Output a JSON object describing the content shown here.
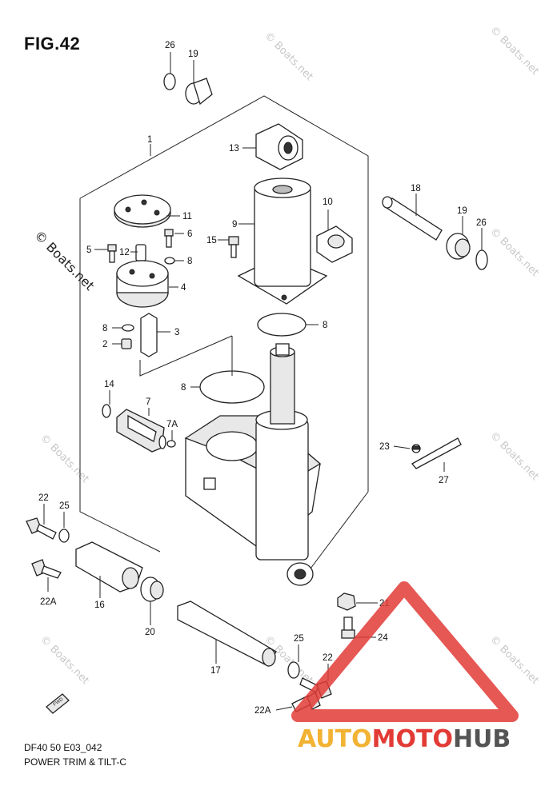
{
  "figure": {
    "title": "FIG.42",
    "model_code": "DF40 50 E03_042",
    "caption": "POWER TRIM & TILT-C",
    "fwd_label": "FWD"
  },
  "watermark": {
    "text": "© Boats.net"
  },
  "brand": {
    "part1": "AUTO",
    "part2": "MOTO",
    "part3": "HUB",
    "colors": {
      "auto": "#f2b233",
      "moto": "#e23b36",
      "hub": "#545454",
      "triangle": "#e23b36"
    }
  },
  "callouts": [
    {
      "id": "c26a",
      "label": "26"
    },
    {
      "id": "c19a",
      "label": "19"
    },
    {
      "id": "c1",
      "label": "1"
    },
    {
      "id": "c13",
      "label": "13"
    },
    {
      "id": "c18",
      "label": "18"
    },
    {
      "id": "c19b",
      "label": "19"
    },
    {
      "id": "c26b",
      "label": "26"
    },
    {
      "id": "c10",
      "label": "10"
    },
    {
      "id": "c9",
      "label": "9"
    },
    {
      "id": "c15",
      "label": "15"
    },
    {
      "id": "c11",
      "label": "11"
    },
    {
      "id": "c6",
      "label": "6"
    },
    {
      "id": "c5",
      "label": "5"
    },
    {
      "id": "c12",
      "label": "12"
    },
    {
      "id": "c8a",
      "label": "8"
    },
    {
      "id": "c4",
      "label": "4"
    },
    {
      "id": "c8b",
      "label": "8"
    },
    {
      "id": "c3",
      "label": "3"
    },
    {
      "id": "c2",
      "label": "2"
    },
    {
      "id": "c8c",
      "label": "8"
    },
    {
      "id": "c8d",
      "label": "8"
    },
    {
      "id": "c14",
      "label": "14"
    },
    {
      "id": "c7",
      "label": "7"
    },
    {
      "id": "c7a",
      "label": "7A"
    },
    {
      "id": "c23",
      "label": "23"
    },
    {
      "id": "c27",
      "label": "27"
    },
    {
      "id": "c22a",
      "label": "22"
    },
    {
      "id": "c25a",
      "label": "25"
    },
    {
      "id": "c22Aa",
      "label": "22A"
    },
    {
      "id": "c16",
      "label": "16"
    },
    {
      "id": "c20",
      "label": "20"
    },
    {
      "id": "c21",
      "label": "21"
    },
    {
      "id": "c24",
      "label": "24"
    },
    {
      "id": "c17",
      "label": "17"
    },
    {
      "id": "c25b",
      "label": "25"
    },
    {
      "id": "c22b",
      "label": "22"
    },
    {
      "id": "c22Ab",
      "label": "22A"
    }
  ]
}
